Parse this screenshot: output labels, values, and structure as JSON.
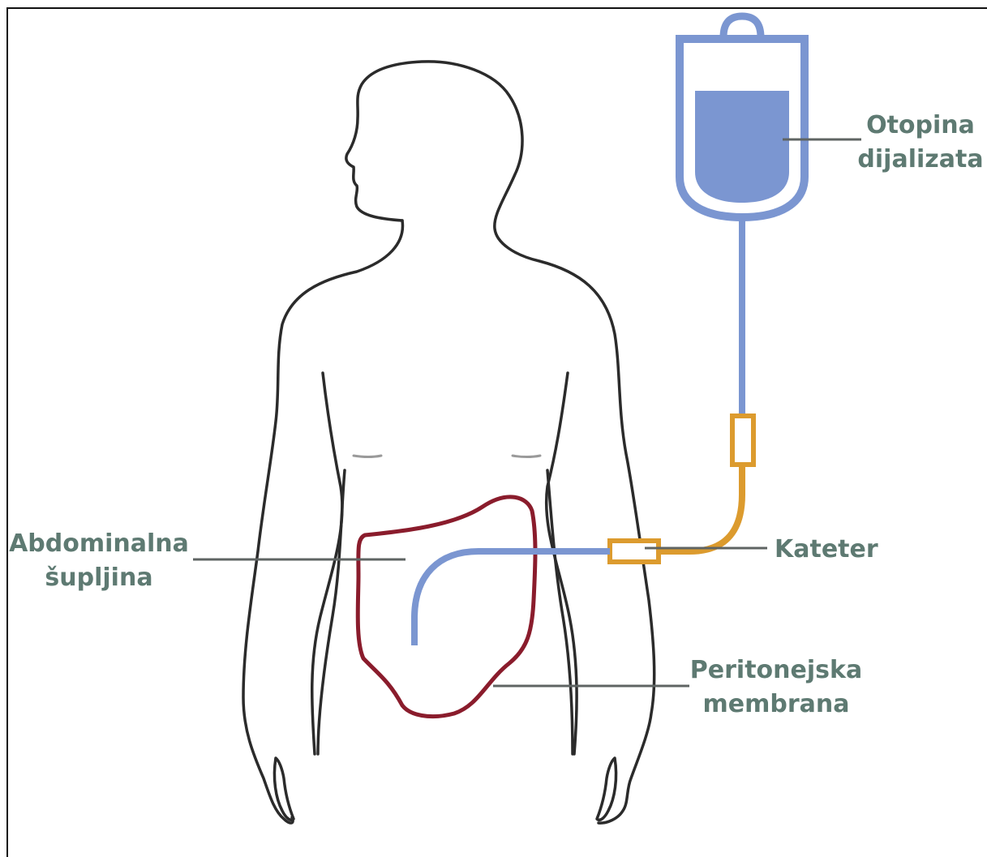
{
  "labels": {
    "dialysate_line1": "Otopina",
    "dialysate_line2": "dijalizata",
    "abdominal_line1": "Abdominalna",
    "abdominal_line2": "šupljina",
    "catheter": "Kateter",
    "membrane_line1": "Peritonejska",
    "membrane_line2": "membrana"
  },
  "colors": {
    "body_outline": "#2b2b2b",
    "bag_blue": "#7b96d1",
    "catheter_orange": "#dc9b2e",
    "membrane_red": "#8a1c2c",
    "leader_gray": "#5f6463",
    "label_text": "#5e7a72",
    "frame": "#111111"
  }
}
